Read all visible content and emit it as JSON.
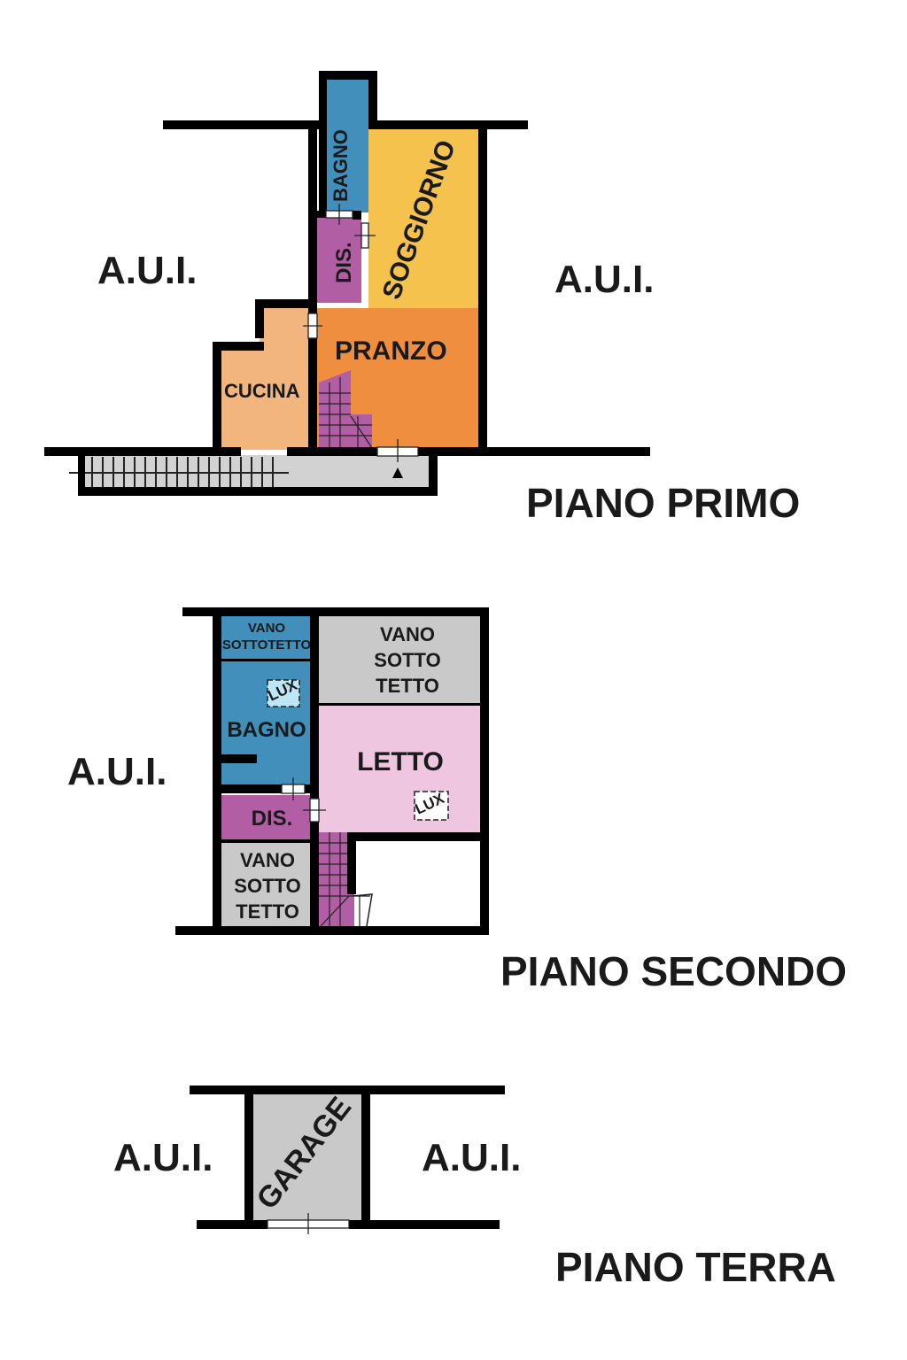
{
  "colors": {
    "bagno": "#428fbb",
    "dis": "#b15ea5",
    "soggiorno": "#f5c24d",
    "pranzo": "#ef8e3e",
    "cucina": "#f3b57e",
    "vano": "#c9c9c9",
    "letto": "#efc6e0",
    "garage": "#c9c9c9",
    "passage": "#d2d2d2",
    "lux_fill": "#bfe6f5"
  },
  "piano_primo": {
    "title": "PIANO PRIMO",
    "aui_left": "A.U.I.",
    "aui_right": "A.U.I.",
    "rooms": {
      "bagno": "BAGNO",
      "dis": "DIS.",
      "soggiorno": "SOGGIORNO",
      "pranzo": "PRANZO",
      "cucina": "CUCINA"
    }
  },
  "piano_secondo": {
    "title": "PIANO SECONDO",
    "aui_left": "A.U.I.",
    "rooms": {
      "vano_sottotetto_small_1": "VANO",
      "vano_sottotetto_small_2": "SOTTOTETTO",
      "vano_top_1": "VANO",
      "vano_top_2": "SOTTO",
      "vano_top_3": "TETTO",
      "bagno": "BAGNO",
      "letto": "LETTO",
      "dis": "DIS.",
      "vano_bottom_1": "VANO",
      "vano_bottom_2": "SOTTO",
      "vano_bottom_3": "TETTO"
    },
    "lux_bagno": "LUX",
    "lux_letto": "LUX"
  },
  "piano_terra": {
    "title": "PIANO TERRA",
    "aui_left": "A.U.I.",
    "aui_right": "A.U.I.",
    "rooms": {
      "garage": "GARAGE"
    }
  }
}
